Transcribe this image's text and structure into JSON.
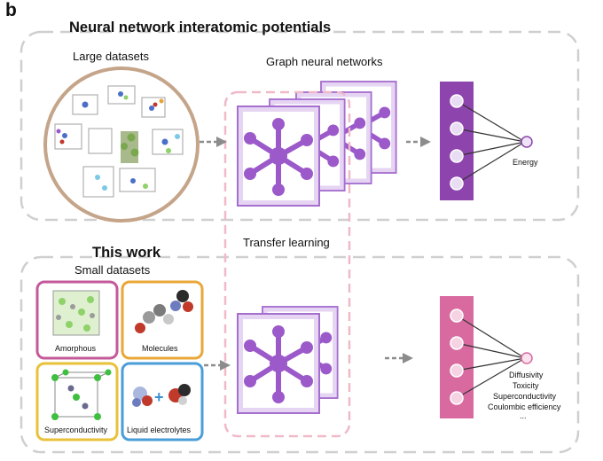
{
  "panel_letter": "b",
  "top_section": {
    "title": "Neural network interatomic potentials",
    "dataset_label": "Large datasets",
    "gnn_label": "Graph neural networks",
    "output_label": "Energy"
  },
  "transfer_label": "Transfer learning",
  "bottom_section": {
    "title": "This work",
    "dataset_label": "Small datasets",
    "datasets": [
      "Amorphous",
      "Molecules",
      "Superconductivity",
      "Liquid electrolytes"
    ],
    "outputs": [
      "Diffusivity",
      "Toxicity",
      "Superconductivity",
      "Coulombic efficiency",
      "..."
    ]
  },
  "colors": {
    "frame_gray": "#cfcfcf",
    "circle_border": "#c5a58a",
    "gnn_purple": "#9b59c9",
    "gnn_light": "#e4d2f2",
    "energy_layer": "#8e44ad",
    "bottom_layer": "#d96aa0",
    "transfer_pink": "#f0b9c8",
    "arrow_gray": "#8c8c8c",
    "amorphous_border": "#c45a9a",
    "molecules_border": "#e8a838",
    "supercond_border": "#e8c23a",
    "electrolytes_border": "#4a9ed8"
  }
}
